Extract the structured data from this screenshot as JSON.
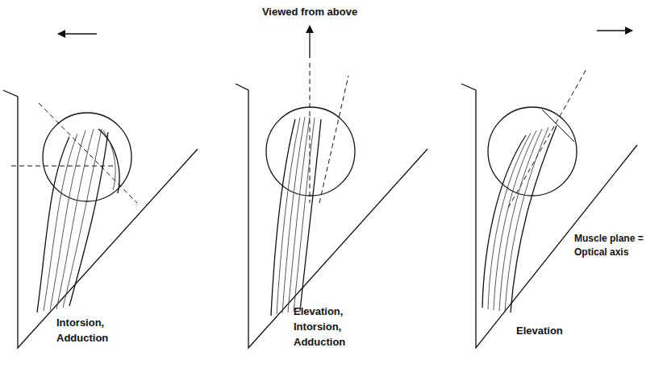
{
  "diagram": {
    "title": "Viewed from above",
    "labels": [
      "Intorsion, Adduction",
      "Elevation, Intorsion, Adduction",
      "Elevation",
      "Muscle plane = Optical axis"
    ]
  }
}
